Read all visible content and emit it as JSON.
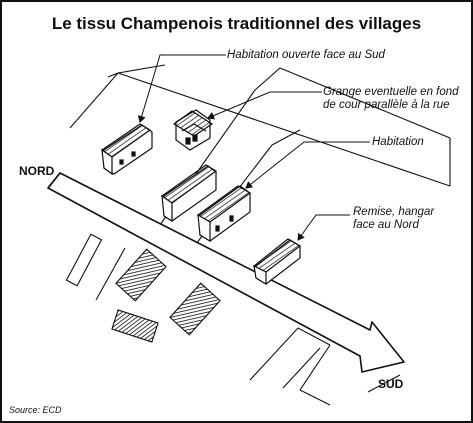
{
  "title": "Le tissu Champenois traditionnel des villages",
  "labels": {
    "habitation_sud": "Habitation ouverte face au Sud",
    "grange_line1": "Grange eventuelle en fond",
    "grange_line2": "de cour parallèle à la rue",
    "habitation": "Habitation",
    "remise_line1": "Remise, hangar",
    "remise_line2": "face au Nord"
  },
  "directions": {
    "north": "NORD",
    "south": "SUD"
  },
  "source": "Source: ECD",
  "colors": {
    "ink": "#111111",
    "background": "#ffffff"
  }
}
